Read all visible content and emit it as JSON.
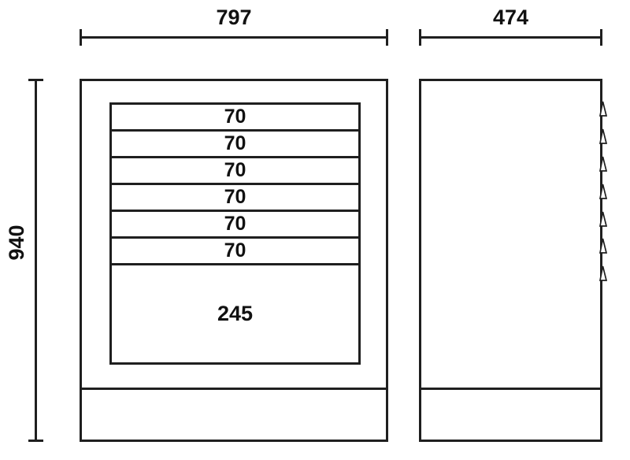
{
  "drawing": {
    "background": "#ffffff",
    "line_color": "#1f1f1f",
    "text_color": "#111111",
    "dimensions": {
      "front_width_label": "797",
      "side_depth_label": "474",
      "height_label": "940"
    },
    "front_view": {
      "drawers": [
        {
          "label": "70"
        },
        {
          "label": "70"
        },
        {
          "label": "70"
        },
        {
          "label": "70"
        },
        {
          "label": "70"
        },
        {
          "label": "70"
        },
        {
          "label": "245"
        }
      ]
    },
    "side_view": {
      "handle_count": 7
    }
  }
}
